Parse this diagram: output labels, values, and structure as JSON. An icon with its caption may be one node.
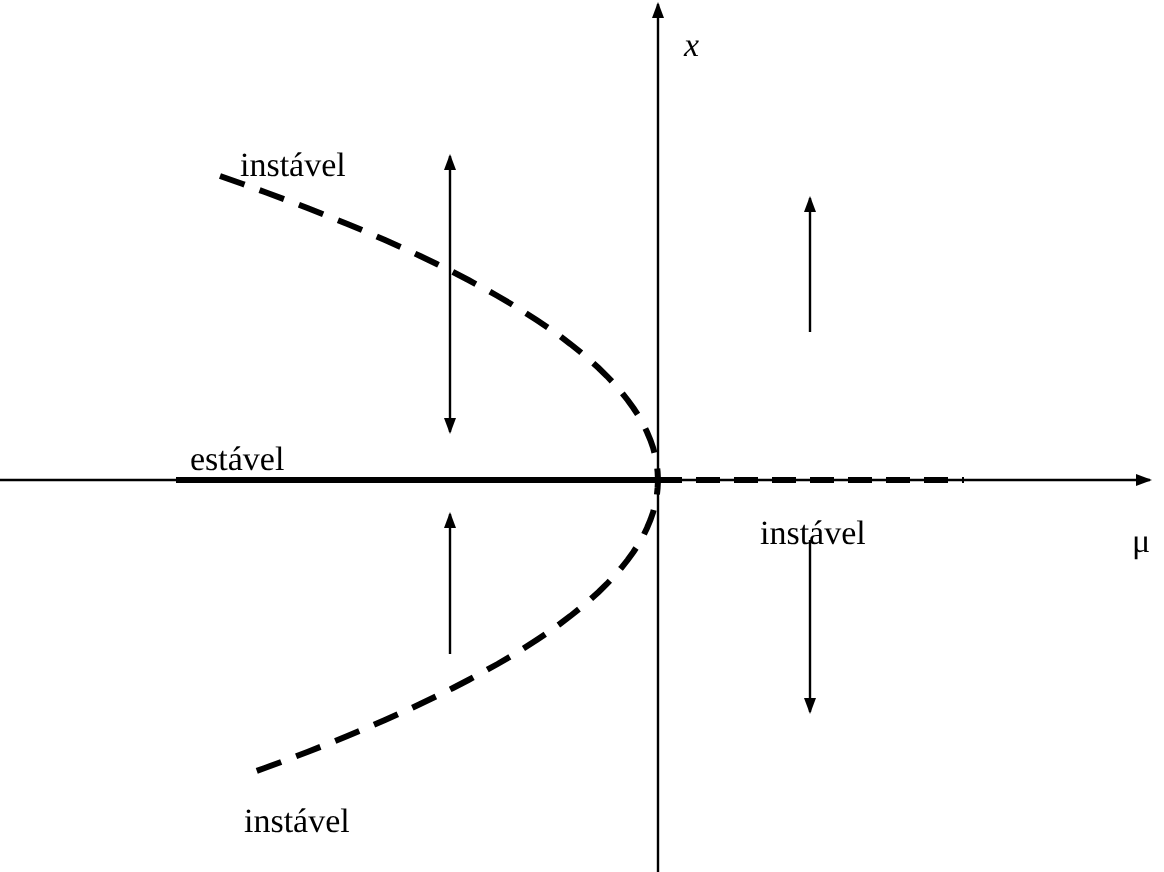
{
  "diagram": {
    "labels": [
      "instável",
      "x",
      "estável",
      "instável",
      "μ",
      "instável"
    ]
  }
}
